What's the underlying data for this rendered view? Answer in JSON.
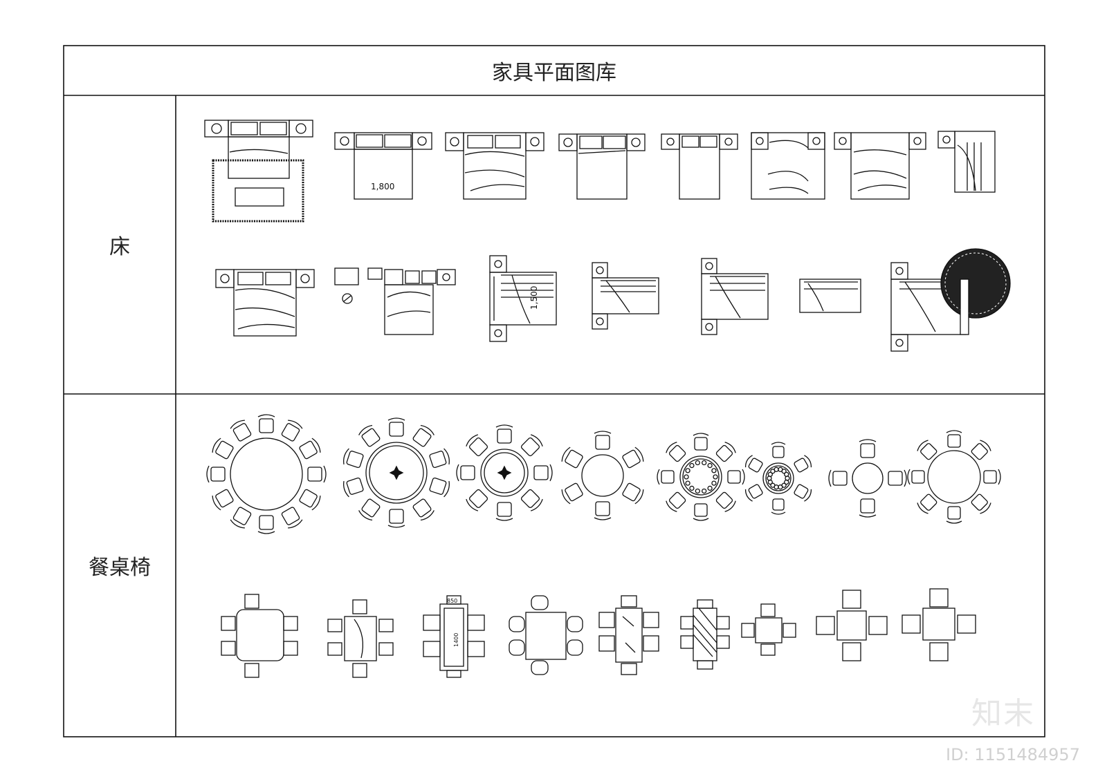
{
  "title": "家具平面图库",
  "sections": [
    {
      "label": "床",
      "sublabels": {
        "bed_width": "1,800",
        "bed_length": "1,500"
      }
    },
    {
      "label": "餐桌椅",
      "sublabels": {
        "table_a": "850",
        "table_b": "1400"
      }
    }
  ],
  "watermark": {
    "logo": "知末",
    "id": "ID: 1151484957"
  }
}
